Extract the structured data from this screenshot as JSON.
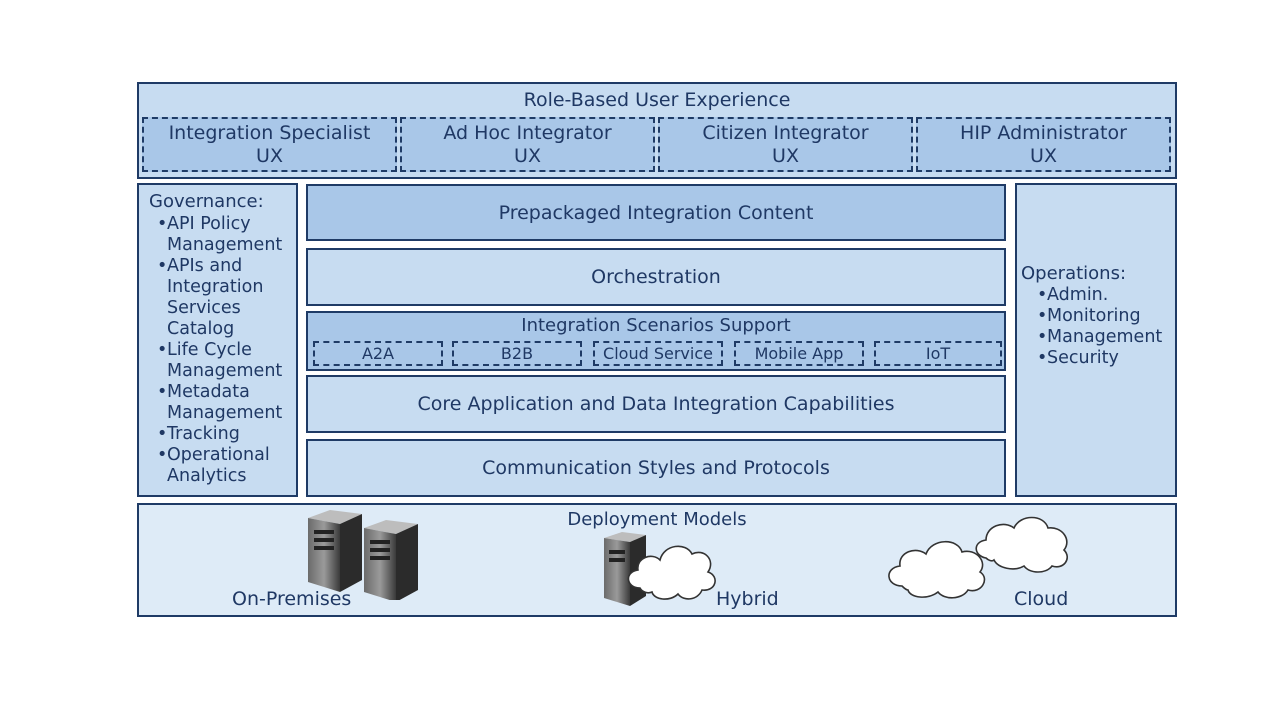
{
  "ux": {
    "title": "Role-Based User Experience",
    "roles": [
      {
        "line1": "Integration Specialist",
        "line2": "UX"
      },
      {
        "line1": "Ad Hoc Integrator",
        "line2": "UX"
      },
      {
        "line1": "Citizen Integrator",
        "line2": "UX"
      },
      {
        "line1": "HIP Administrator",
        "line2": "UX"
      }
    ]
  },
  "governance": {
    "title": "Governance:",
    "items": [
      "API Policy Management",
      "APIs and Integration Services Catalog",
      "Life Cycle Management",
      "Metadata Management",
      "Tracking",
      "Operational Analytics"
    ]
  },
  "layers": {
    "prepackaged": "Prepackaged Integration Content",
    "orchestration": "Orchestration",
    "scenarios_title": "Integration Scenarios Support",
    "scenarios": [
      "A2A",
      "B2B",
      "Cloud Service",
      "Mobile App",
      "IoT"
    ],
    "core": "Core Application and Data Integration Capabilities",
    "communication": "Communication Styles and Protocols"
  },
  "operations": {
    "title": "Operations:",
    "items": [
      "Admin.",
      "Monitoring",
      "Management",
      "Security"
    ]
  },
  "deployment": {
    "title": "Deployment Models",
    "models": [
      "On-Premises",
      "Hybrid",
      "Cloud"
    ]
  },
  "colors": {
    "border": "#1f3b66",
    "panel": "#c7dcf1",
    "panel_dark": "#a9c7e8",
    "deployment_bg": "#deebf7",
    "text": "#1f3864"
  }
}
